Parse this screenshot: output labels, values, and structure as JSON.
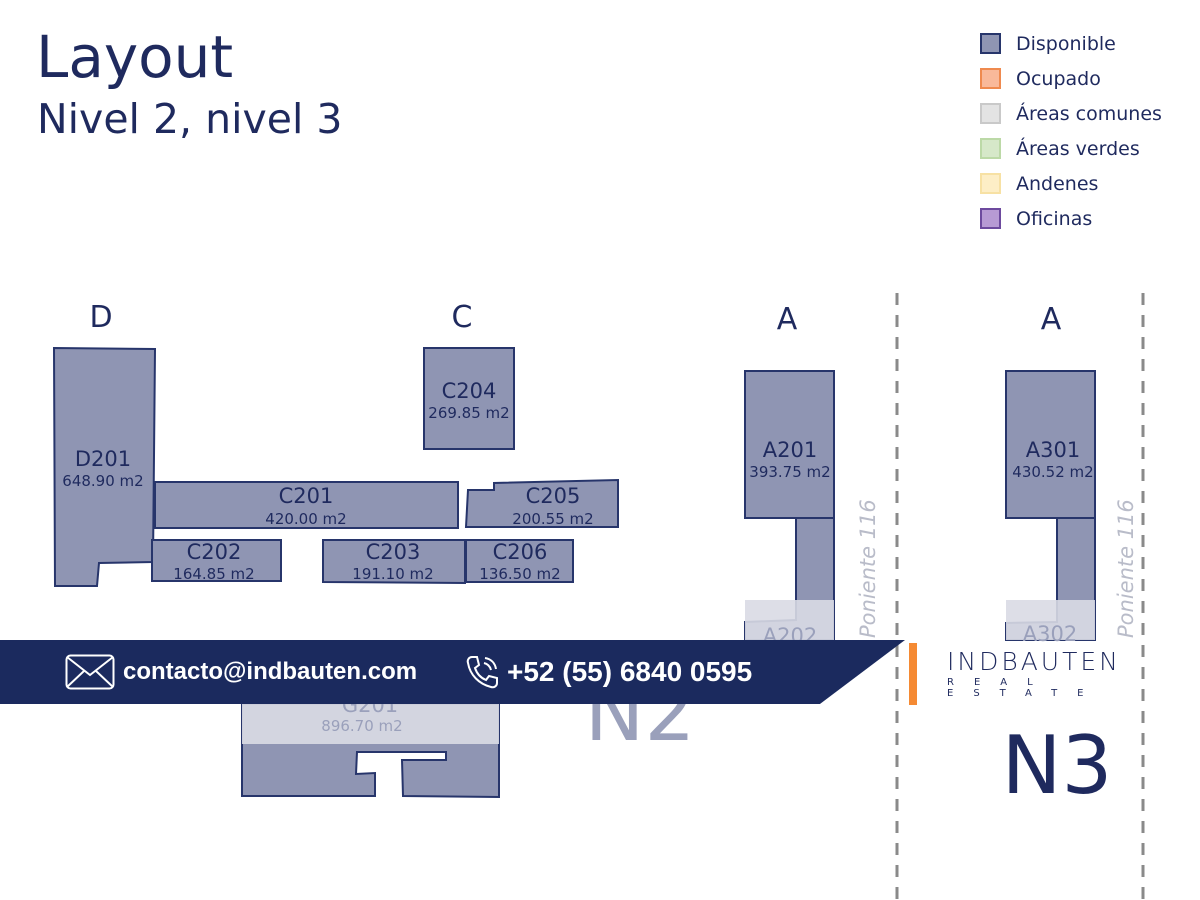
{
  "header": {
    "title": "Layout",
    "subtitle": "Nivel 2, nivel 3"
  },
  "legend": [
    {
      "label": "Disponible",
      "fill": "#8f95b3",
      "stroke": "#27356b"
    },
    {
      "label": "Ocupado",
      "fill": "#f9b99a",
      "stroke": "#ef8a4f"
    },
    {
      "label": "Áreas comunes",
      "fill": "#e3e3e3",
      "stroke": "#c9c9c9"
    },
    {
      "label": "Áreas verdes",
      "fill": "#d6e8c9",
      "stroke": "#bcd9a7"
    },
    {
      "label": "Andenes",
      "fill": "#fdeec6",
      "stroke": "#f7e1a4"
    },
    {
      "label": "Oficinas",
      "fill": "#b79ad4",
      "stroke": "#6d4a9e"
    }
  ],
  "colors": {
    "available_fill": "#8f95b3",
    "available_stroke": "#27356b",
    "common_fill": "#d9dae4",
    "banner": "#1b2a5e",
    "accent": "#f58a33"
  },
  "blocks": {
    "d": "D",
    "c": "C",
    "a_n2": "A",
    "a_n3": "A"
  },
  "units": {
    "D201": {
      "code": "D201",
      "area": "648.90 m2"
    },
    "C201": {
      "code": "C201",
      "area": "420.00 m2"
    },
    "C202": {
      "code": "C202",
      "area": "164.85 m2"
    },
    "C203": {
      "code": "C203",
      "area": "191.10 m2"
    },
    "C204": {
      "code": "C204",
      "area": "269.85 m2"
    },
    "C205": {
      "code": "C205",
      "area": "200.55 m2"
    },
    "C206": {
      "code": "C206",
      "area": "136.50 m2"
    },
    "A201": {
      "code": "A201",
      "area": "393.75 m2"
    },
    "A202": {
      "code": "A202"
    },
    "A301": {
      "code": "A301",
      "area": "430.52 m2"
    },
    "A302": {
      "code": "A302"
    },
    "G201": {
      "code": "G201",
      "area": "896.70 m2"
    }
  },
  "levels": {
    "n2": "N2",
    "n3": "N3"
  },
  "street": {
    "n2": "Poniente 116",
    "n3": "Poniente 116"
  },
  "contact": {
    "email": "contacto@indbauten.com",
    "phone": "+52 (55) 6840 0595"
  },
  "brand": {
    "name": "INDBAUTEN",
    "tagline": "REAL ESTATE"
  }
}
